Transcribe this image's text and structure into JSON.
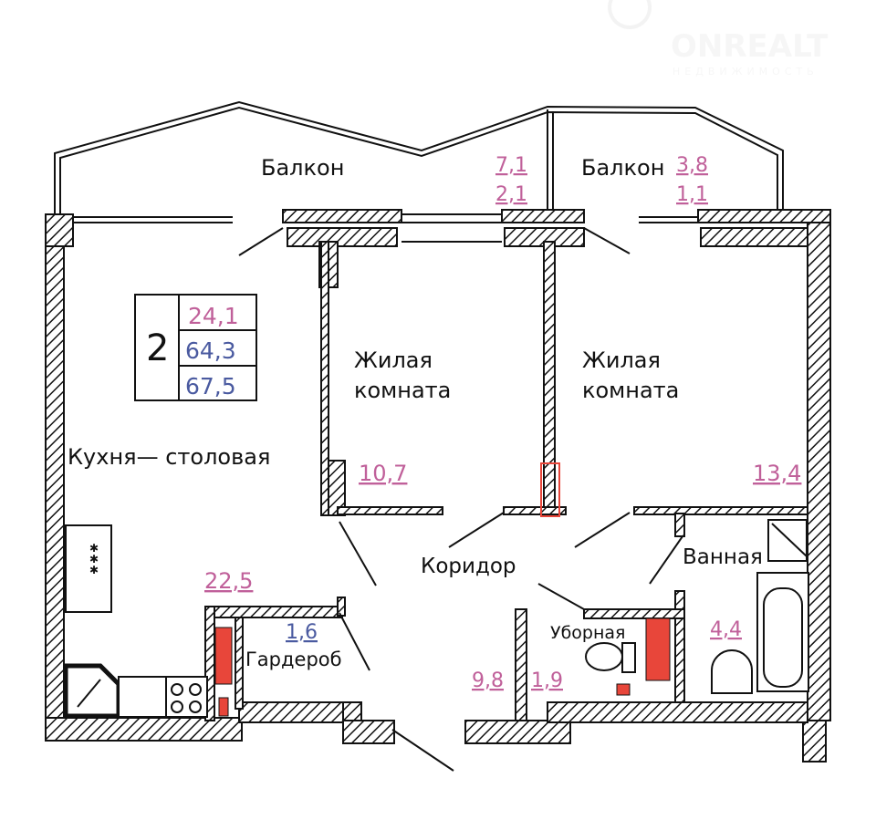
{
  "logo": {
    "brand": "ONREALT",
    "tagline": "НЕДВИЖИМОСТЬ"
  },
  "summary": {
    "rooms": "2",
    "living_area": "24,1",
    "total_area": "64,3",
    "total_with_balcony": "67,5"
  },
  "rooms": {
    "balcony_left": {
      "label": "Балкон",
      "area": "7,1",
      "area_reduced": "2,1"
    },
    "balcony_right": {
      "label": "Балкон",
      "area": "3,8",
      "area_reduced": "1,1"
    },
    "bedroom_1": {
      "label_line1": "Жилая",
      "label_line2": "комната",
      "area": "10,7"
    },
    "bedroom_2": {
      "label_line1": "Жилая",
      "label_line2": "комната",
      "area": "13,4"
    },
    "kitchen": {
      "label": "Кухня— столовая",
      "area": "22,5"
    },
    "wardrobe": {
      "label": "Гардероб",
      "area": "1,6"
    },
    "corridor": {
      "label": "Коридор",
      "area": "9,8"
    },
    "toilet": {
      "label": "Уборная",
      "area": "1,9"
    },
    "bathroom": {
      "label": "Ванная",
      "area": "4,4"
    }
  },
  "colors": {
    "pink": "#c0609a",
    "blue": "#4a5aa0",
    "riser": "#e8463a",
    "wall": "#111111"
  }
}
